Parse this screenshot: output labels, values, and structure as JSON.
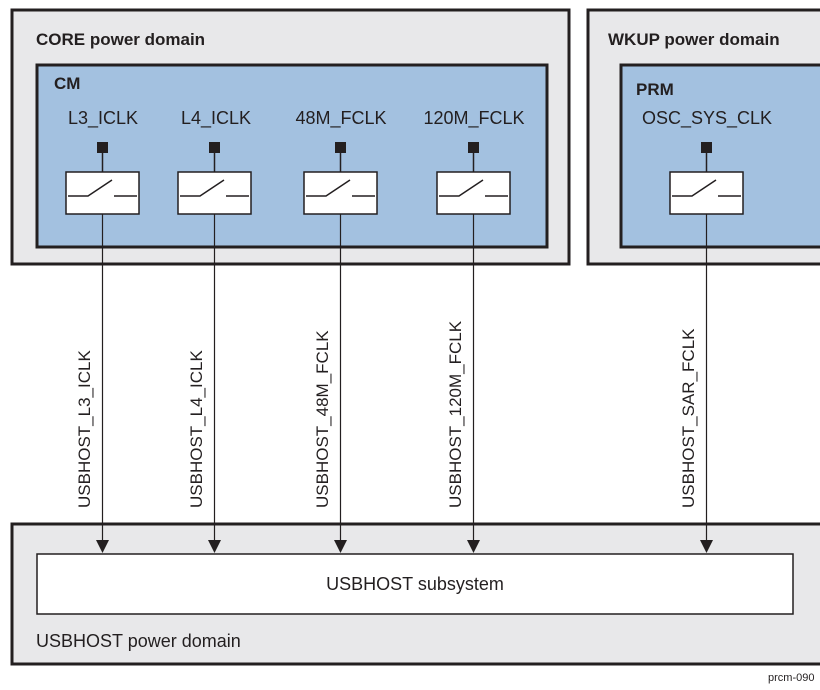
{
  "domains": {
    "core": "CORE power domain",
    "wkup": "WKUP power domain",
    "usbhost": "USBHOST power domain"
  },
  "modules": {
    "cm": "CM",
    "prm": "PRM"
  },
  "clocks": {
    "l3_iclk": "L3_ICLK",
    "l4_iclk": "L4_ICLK",
    "fclk_48m": "48M_FCLK",
    "fclk_120m": "120M_FCLK",
    "osc_sys_clk": "OSC_SYS_CLK"
  },
  "signals": {
    "usbhost_l3_iclk": "USBHOST_L3_ICLK",
    "usbhost_l4_iclk": "USBHOST_L4_ICLK",
    "usbhost_48m_fclk": "USBHOST_48M_FCLK",
    "usbhost_120m_fclk": "USBHOST_120M_FCLK",
    "usbhost_sar_fclk": "USBHOST_SAR_FCLK"
  },
  "subsystem": "USBHOST subsystem",
  "figure_id": "prcm-090"
}
